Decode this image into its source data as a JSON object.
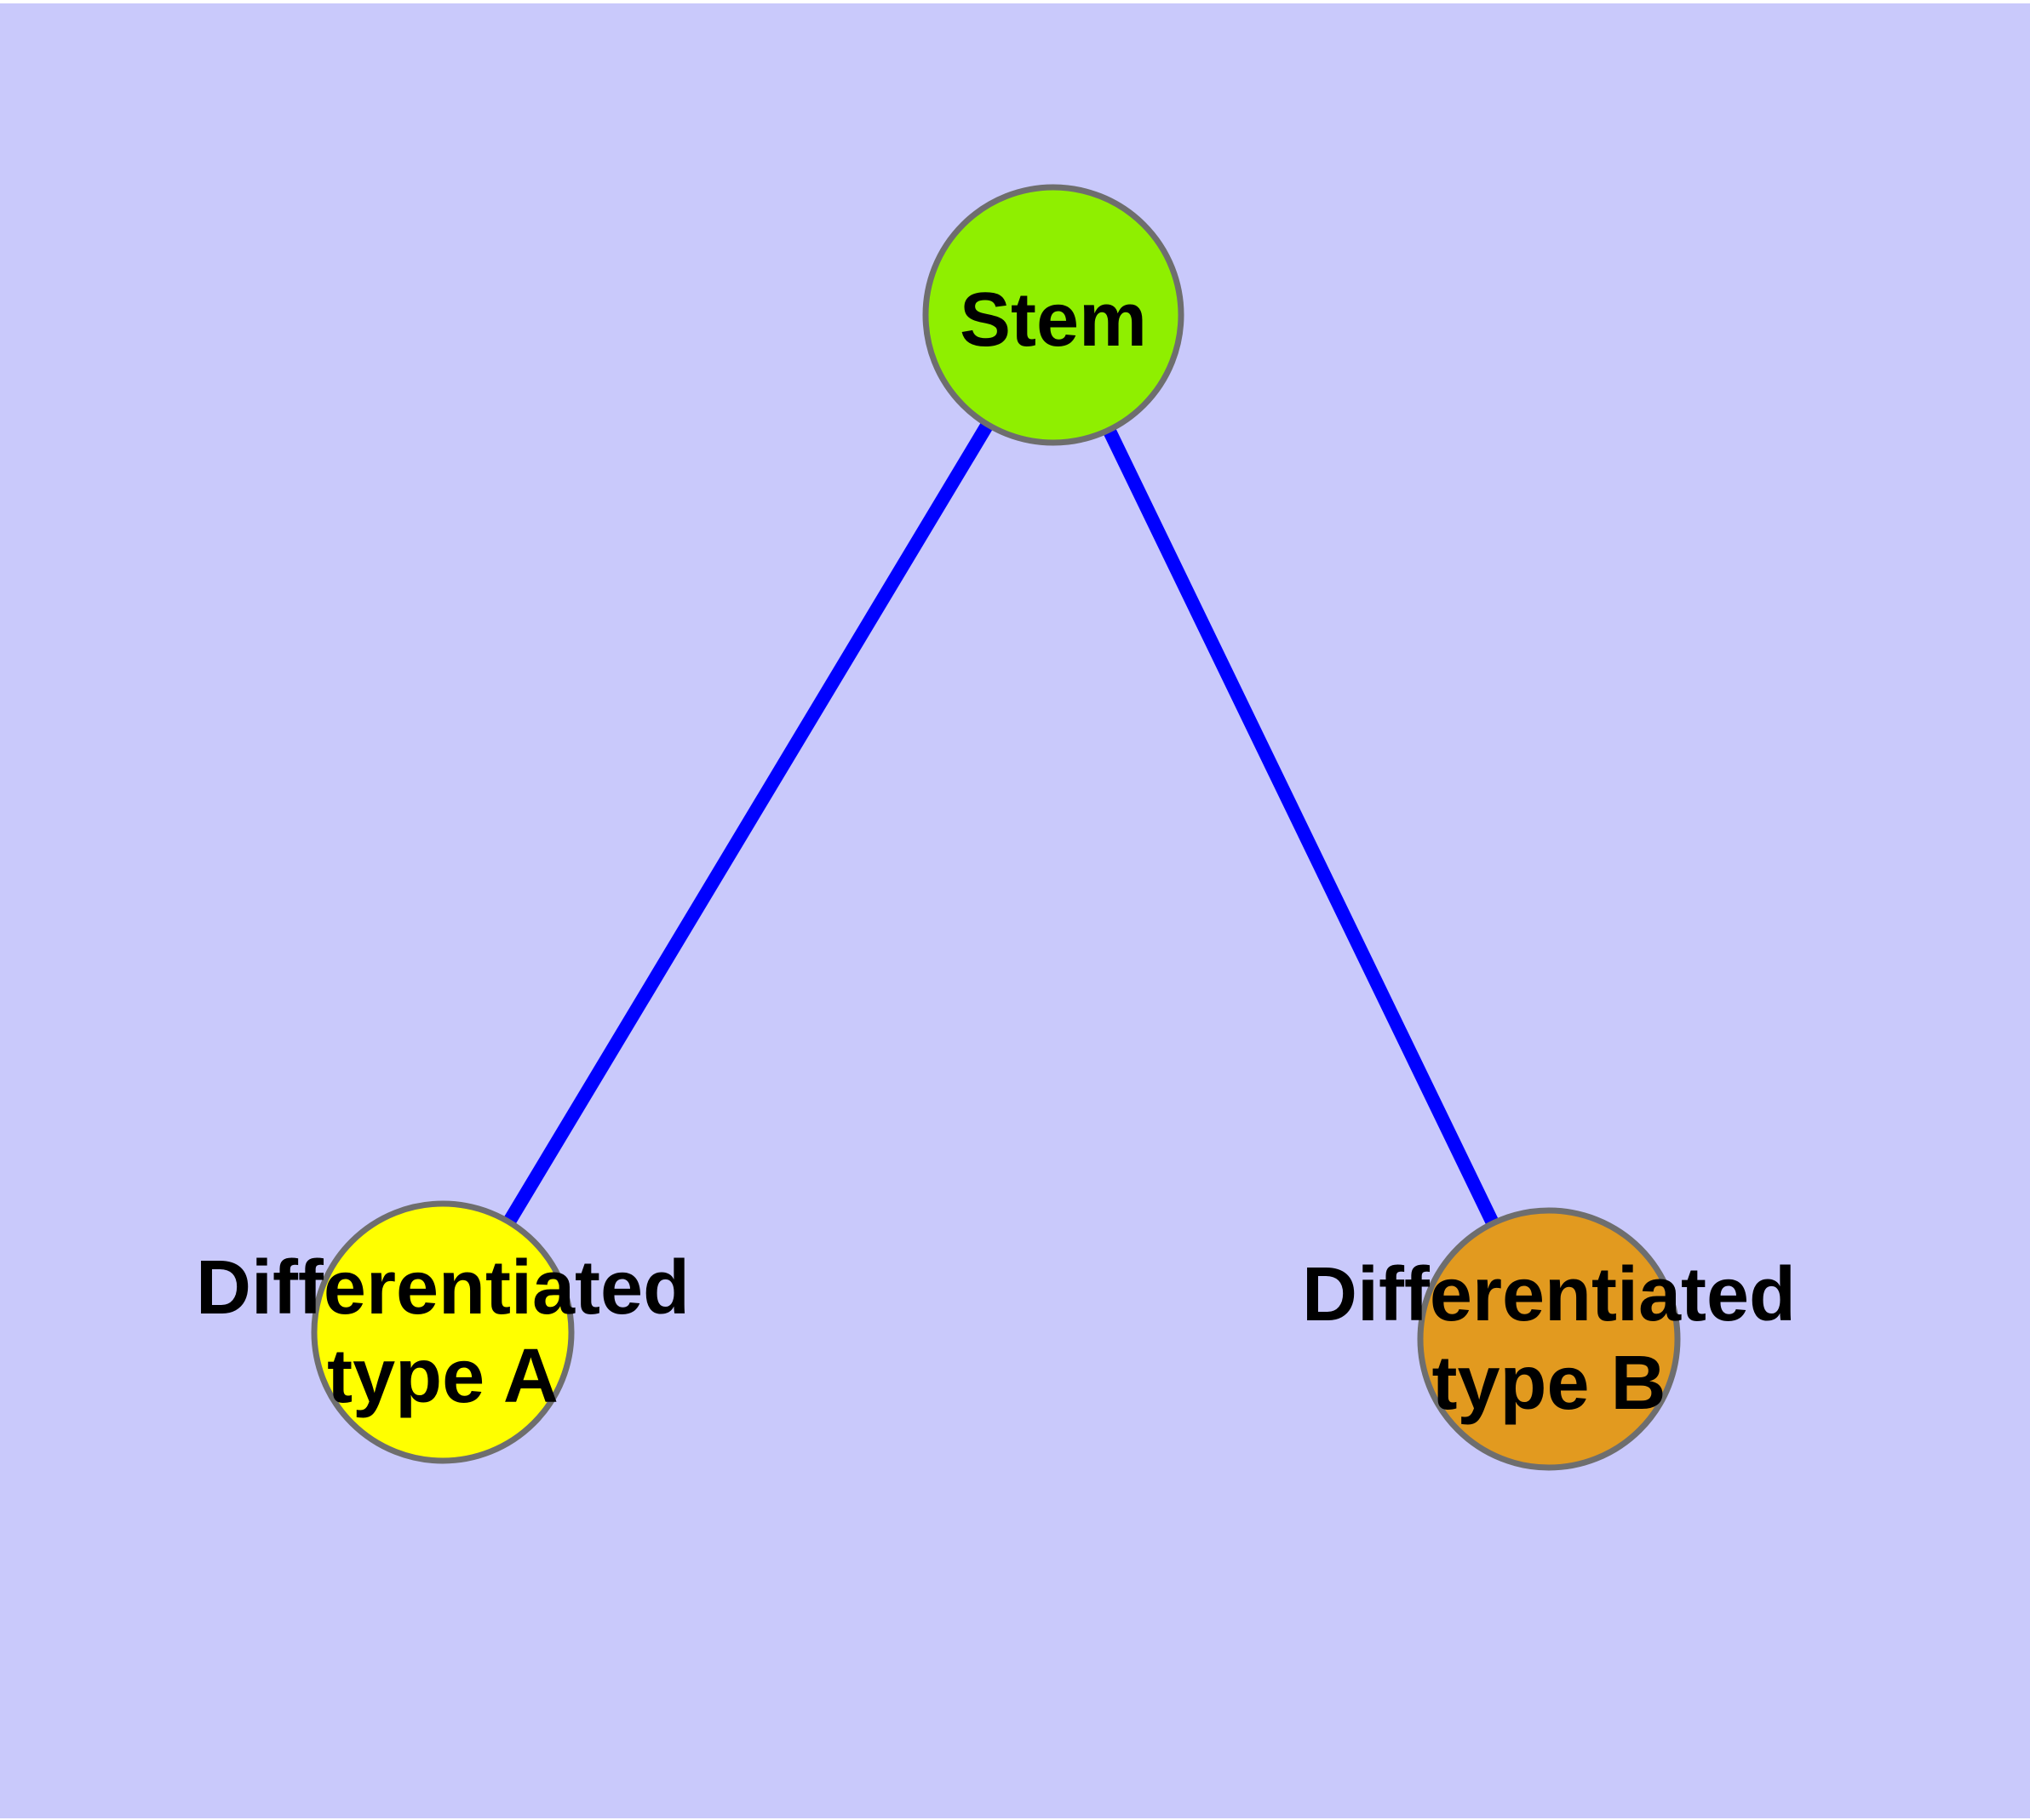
{
  "figure": {
    "type": "graph-diagram",
    "background_color": "#C9C9FB",
    "margin_color": "#FFFFFF",
    "edge_color": "#0000FF",
    "node_border_color": "#6E6E6E",
    "text_color": "#000000",
    "nodes": [
      {
        "id": "stem",
        "label": "Stem",
        "fill": "#8FEF00"
      },
      {
        "id": "differentiated-type-a",
        "label_line1": "Differentiated",
        "label_line2": "type A",
        "fill": "#FFFF00"
      },
      {
        "id": "differentiated-type-b",
        "label_line1": "Differentiated",
        "label_line2": "type B",
        "fill": "#E29A1F"
      }
    ],
    "edges": [
      {
        "from": "Stem",
        "to": "Differentiated type A"
      },
      {
        "from": "Stem",
        "to": "Differentiated type B"
      }
    ]
  }
}
